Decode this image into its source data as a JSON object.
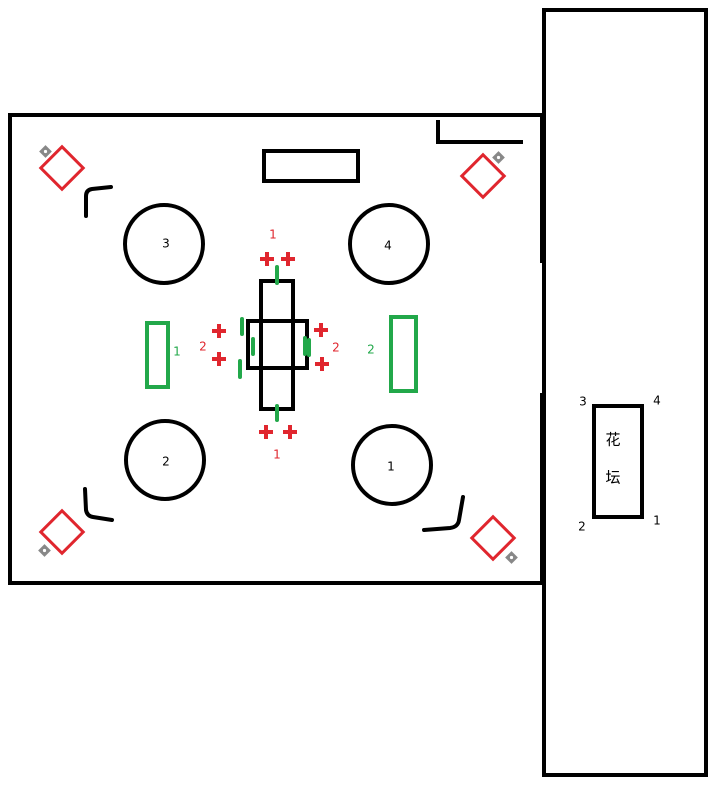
{
  "colors": {
    "wall": "#000000",
    "marker": "#e0262e",
    "green": "#22a84a",
    "gray": "#888888"
  },
  "circles": [
    {
      "id": "c1",
      "label": "1"
    },
    {
      "id": "c2",
      "label": "2"
    },
    {
      "id": "c3",
      "label": "3"
    },
    {
      "id": "c4",
      "label": "4"
    }
  ],
  "labels": {
    "red_top": "1",
    "red_bottom": "1",
    "red_left": "2",
    "red_right": "2",
    "green_left": "1",
    "green_right": "2"
  },
  "flowerbed": {
    "char1": "花",
    "char2": "坛",
    "corner_top_left": "3",
    "corner_top_right": "4",
    "corner_bottom_left": "2",
    "corner_bottom_right": "1"
  }
}
